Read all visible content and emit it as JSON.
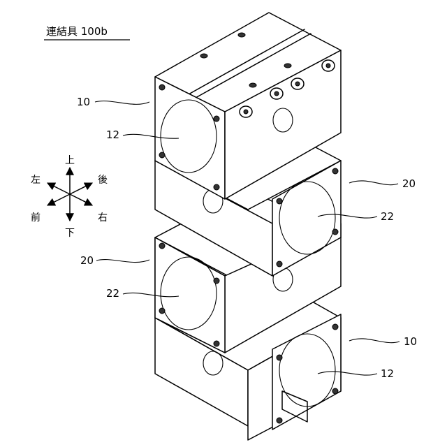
{
  "title": "連結具 100b",
  "reference_labels": {
    "top_block": "10",
    "top_bore": "12",
    "upper_middle_block": "20",
    "upper_middle_bore": "22",
    "lower_middle_block": "20",
    "lower_middle_bore": "22",
    "bottom_block": "10",
    "bottom_bore": "12"
  },
  "directions": {
    "up": "上",
    "down": "下",
    "left": "左",
    "right": "右",
    "front": "前",
    "back": "後"
  }
}
